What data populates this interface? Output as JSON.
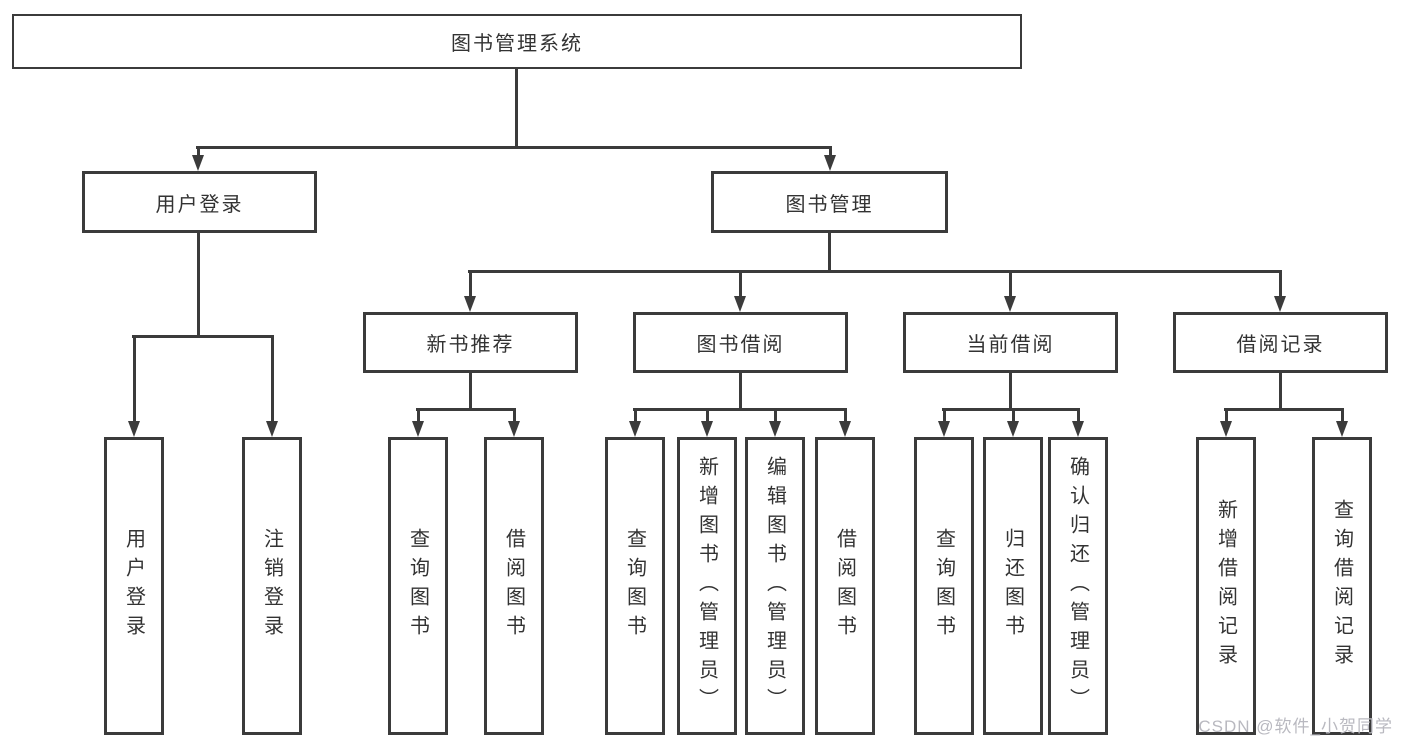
{
  "diagram": {
    "title": "图书管理系统",
    "level2": [
      {
        "label": "用户登录",
        "parent": "图书管理系统"
      },
      {
        "label": "图书管理",
        "parent": "图书管理系统"
      }
    ],
    "level3": [
      {
        "label": "新书推荐",
        "parent": "图书管理"
      },
      {
        "label": "图书借阅",
        "parent": "图书管理"
      },
      {
        "label": "当前借阅",
        "parent": "图书管理"
      },
      {
        "label": "借阅记录",
        "parent": "图书管理"
      }
    ],
    "leaves": [
      {
        "label": "用户登录",
        "parent": "用户登录"
      },
      {
        "label": "注销登录",
        "parent": "用户登录"
      },
      {
        "label": "查询图书",
        "parent": "新书推荐"
      },
      {
        "label": "借阅图书",
        "parent": "新书推荐"
      },
      {
        "label": "查询图书",
        "parent": "图书借阅"
      },
      {
        "label": "新增图书（管理员）",
        "parent": "图书借阅"
      },
      {
        "label": "编辑图书（管理员）",
        "parent": "图书借阅"
      },
      {
        "label": "借阅图书",
        "parent": "图书借阅"
      },
      {
        "label": "查询图书",
        "parent": "当前借阅"
      },
      {
        "label": "归还图书",
        "parent": "当前借阅"
      },
      {
        "label": "确认归还（管理员）",
        "parent": "当前借阅"
      },
      {
        "label": "新增借阅记录",
        "parent": "借阅记录"
      },
      {
        "label": "查询借阅记录",
        "parent": "借阅记录"
      }
    ],
    "watermark": "CSDN @软件_小贺同学",
    "colors": {
      "line": "#3b3b3b",
      "text": "#333333",
      "watermark": "#b9b9c0",
      "background": "#ffffff"
    }
  }
}
